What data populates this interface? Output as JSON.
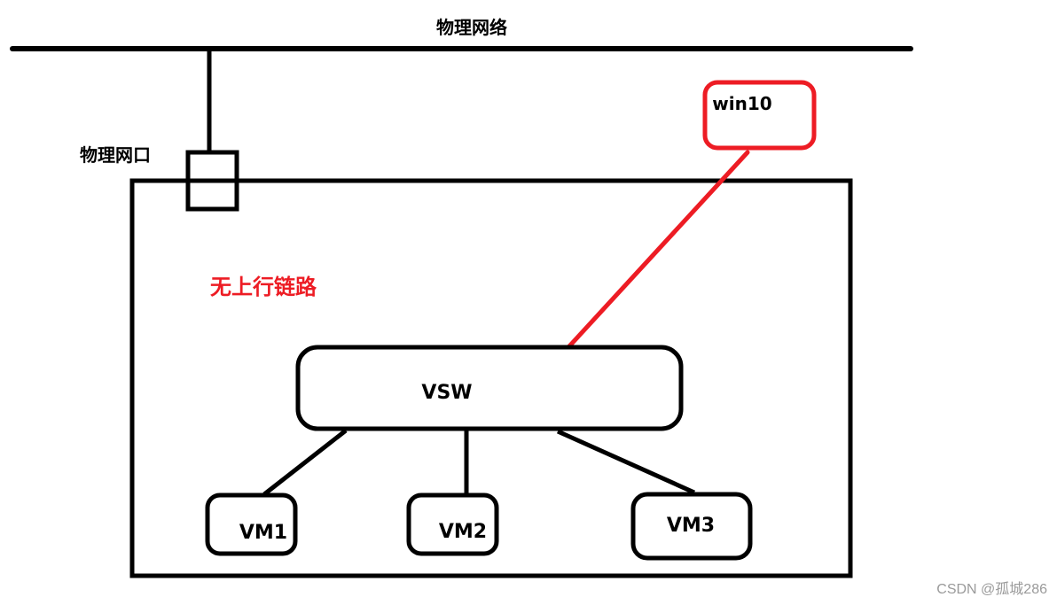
{
  "diagram": {
    "physical_network_label": "物理网络",
    "physical_port_label": "物理网口",
    "no_uplink_label": "无上行链路",
    "vswitch_label": "VSW",
    "external_host_label": "win10",
    "vms": [
      {
        "label": "VM1"
      },
      {
        "label": "VM2"
      },
      {
        "label": "VM3"
      }
    ],
    "colors": {
      "line": "#000000",
      "highlight": "#ed1c24"
    }
  },
  "watermark": "CSDN @孤城286"
}
